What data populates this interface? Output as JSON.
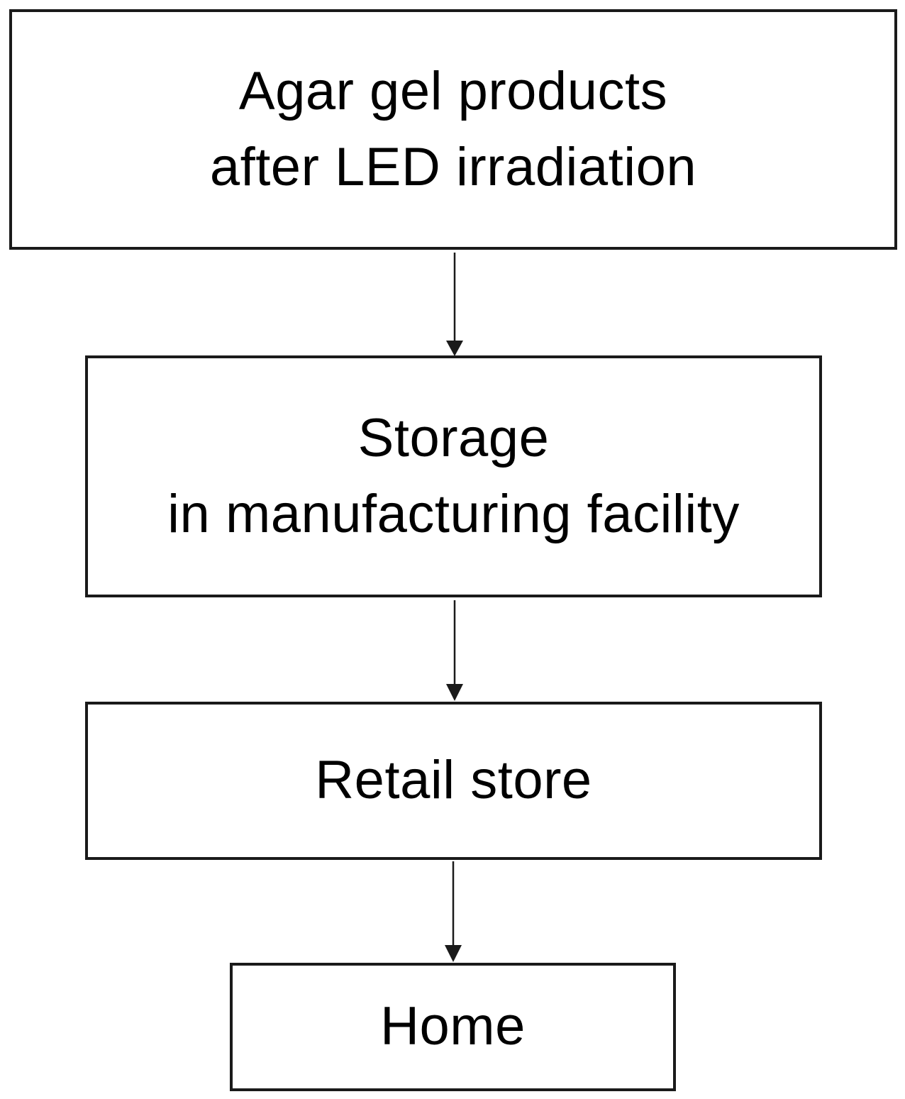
{
  "flowchart": {
    "nodes": [
      {
        "id": "agar-gel-products",
        "lines": [
          "Agar gel products",
          "after LED irradiation"
        ]
      },
      {
        "id": "storage",
        "lines": [
          "Storage",
          "in manufacturing facility"
        ]
      },
      {
        "id": "retail-store",
        "lines": [
          "Retail store"
        ]
      },
      {
        "id": "home",
        "lines": [
          "Home"
        ]
      }
    ],
    "edges": [
      {
        "from": "agar-gel-products",
        "to": "storage"
      },
      {
        "from": "storage",
        "to": "retail-store"
      },
      {
        "from": "retail-store",
        "to": "home"
      }
    ],
    "colors": {
      "stroke": "#1a1a1a",
      "background": "#ffffff",
      "text": "#000000"
    }
  }
}
